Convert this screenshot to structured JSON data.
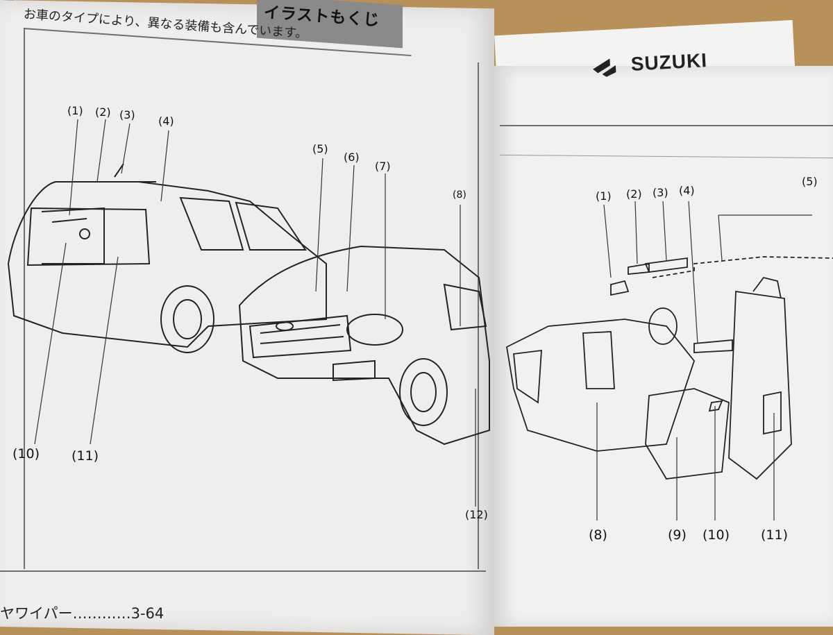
{
  "header": {
    "note": "お車のタイプにより、異なる装備も含んでいます。",
    "title": "イラストもくじ"
  },
  "logo": {
    "brand": "SUZUKI"
  },
  "exterior_labels": [
    "(1)",
    "(2)",
    "(3)",
    "(4)",
    "(5)",
    "(6)",
    "(7)",
    "(8)",
    "(10)",
    "(11)",
    "(12)"
  ],
  "interior_labels": [
    "(1)",
    "(2)",
    "(3)",
    "(4)",
    "(5)",
    "(8)",
    "(9)",
    "(10)",
    "(11)"
  ],
  "footer": {
    "text": "ヤワイパー…………3-64"
  }
}
